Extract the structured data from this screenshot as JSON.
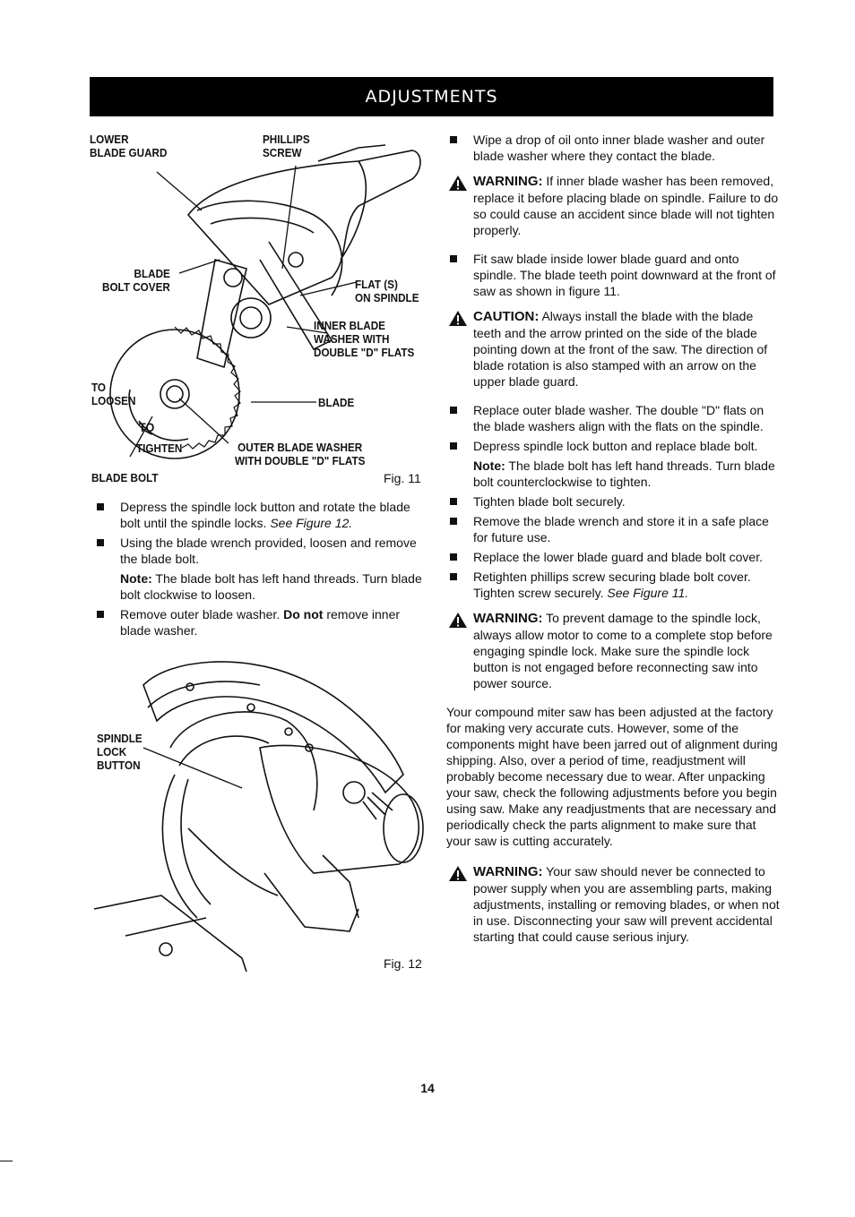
{
  "header": {
    "title": "ADJUSTMENTS"
  },
  "fig11": {
    "caption": "Fig. 11",
    "labels": {
      "lower_blade_guard": "LOWER\nBLADE GUARD",
      "phillips_screw": "PHILLIPS\nSCREW",
      "blade_bolt_cover": "BLADE\nBOLT COVER",
      "flats_on_spindle": "FLAT (S)\nON SPINDLE",
      "inner_blade_washer": "INNER BLADE\nWASHER WITH\nDOUBLE \"D\" FLATS",
      "to_loosen": "TO\nLOOSEN",
      "blade": "BLADE",
      "to": "TO",
      "tighten": "TIGHTEN",
      "outer_blade_washer": "OUTER BLADE WASHER\nWITH DOUBLE \"D\" FLATS",
      "blade_bolt": "BLADE BOLT"
    }
  },
  "left_steps": {
    "s1_text": "Depress the spindle lock button and rotate the blade bolt until the spindle locks.",
    "s1_ref": "See Figure 12.",
    "s2_text": "Using the blade wrench provided, loosen and remove the blade bolt.",
    "note_label": "Note:",
    "note_text": "The blade bolt has left hand threads. Turn blade bolt clockwise to loosen.",
    "s3_text": "Remove outer blade washer.",
    "s3_bold": "Do not",
    "s3_tail": "remove inner blade washer."
  },
  "fig12": {
    "caption": "Fig. 12",
    "labels": {
      "spindle_lock_button": "SPINDLE\nLOCK\nBUTTON"
    }
  },
  "right_col": {
    "r1": "Wipe a drop of oil onto inner blade washer and outer blade washer where they contact the blade.",
    "w1_kw": "WARNING:",
    "w1_text": "If inner blade washer has been removed, replace it before placing blade on spindle. Failure to do so could cause an accident since blade will not tighten properly.",
    "r2": "Fit saw blade inside lower blade guard and onto spindle. The blade teeth point downward at the front of saw as shown in figure 11.",
    "c1_kw": "CAUTION:",
    "c1_text": "Always install the blade with the blade teeth and the arrow printed on the side of the blade pointing down at the front of the saw. The direction of blade rotation is also stamped with an arrow on the upper blade guard.",
    "r3": "Replace outer blade washer. The double \"D\" flats on the blade washers align with the flats on the spindle.",
    "r4": "Depress spindle lock button and replace blade bolt.",
    "note_label": "Note:",
    "note_text": "The blade bolt has left hand threads. Turn blade bolt counterclockwise to tighten.",
    "r5": "Tighten blade bolt securely.",
    "r6": "Remove the blade wrench and store it in a safe place for future use.",
    "r7": "Replace the lower blade guard and blade bolt cover.",
    "r8": "Retighten phillips screw securing blade bolt cover. Tighten screw securely.",
    "r8_ref": "See Figure 11.",
    "w2_kw": "WARNING:",
    "w2_text": "To prevent damage to the spindle lock, always allow motor to come to a complete stop before engaging spindle lock. Make sure the spindle lock button is not engaged before reconnecting saw into power source.",
    "para": "Your compound miter saw has been adjusted at the factory for making very accurate cuts. However, some of the components might have been jarred out of alignment during shipping. Also, over a period of time, readjustment will probably become necessary due to wear. After unpacking your saw, check the following adjustments before you begin using saw. Make any readjustments that are necessary and periodically check the parts alignment to make sure that your saw is cutting accurately.",
    "w3_kw": "WARNING:",
    "w3_text": "Your saw should never be connected to power supply when you are assembling parts, making adjustments, installing or removing blades, or when not in use. Disconnecting your saw will prevent accidental starting that could cause serious injury."
  },
  "page_number": "14"
}
